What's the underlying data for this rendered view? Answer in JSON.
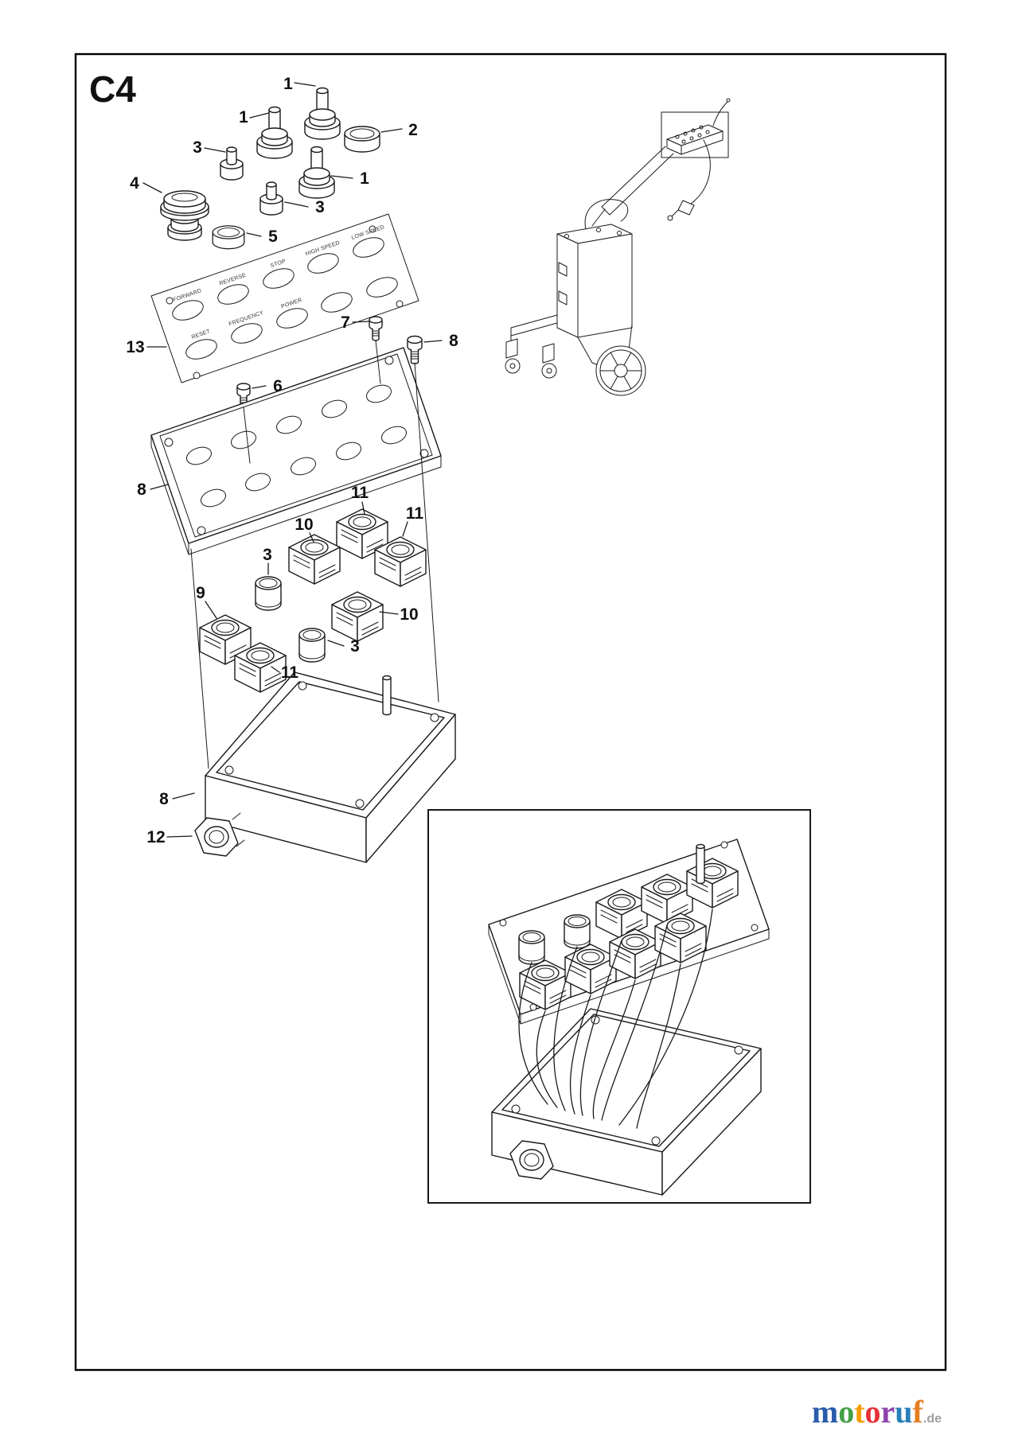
{
  "page": {
    "title": "C4"
  },
  "callouts": [
    "1",
    "1",
    "2",
    "3",
    "4",
    "1",
    "3",
    "5",
    "13",
    "7",
    "8",
    "6",
    "8",
    "11",
    "10",
    "11",
    "3",
    "9",
    "10",
    "3",
    "11",
    "8",
    "12"
  ],
  "membrane_labels": [
    "FORWARD",
    "REVERSE",
    "STOP",
    "HIGH SPEED",
    "LOW SPEED",
    "RESET",
    "FREQUENCY",
    "POWER"
  ],
  "brand": {
    "letters": [
      {
        "char": "m",
        "color": "#2a5caa"
      },
      {
        "char": "o",
        "color": "#43a047"
      },
      {
        "char": "t",
        "color": "#f59c00"
      },
      {
        "char": "o",
        "color": "#e53238"
      },
      {
        "char": "r",
        "color": "#8e44ad"
      },
      {
        "char": "u",
        "color": "#2980b9"
      },
      {
        "char": "f",
        "color": "#e67e22"
      }
    ],
    "suffix": ".de",
    "suffix_color": "#9e9e9e"
  },
  "colors": {
    "ink": "#1a1a1a",
    "paper": "#ffffff"
  }
}
